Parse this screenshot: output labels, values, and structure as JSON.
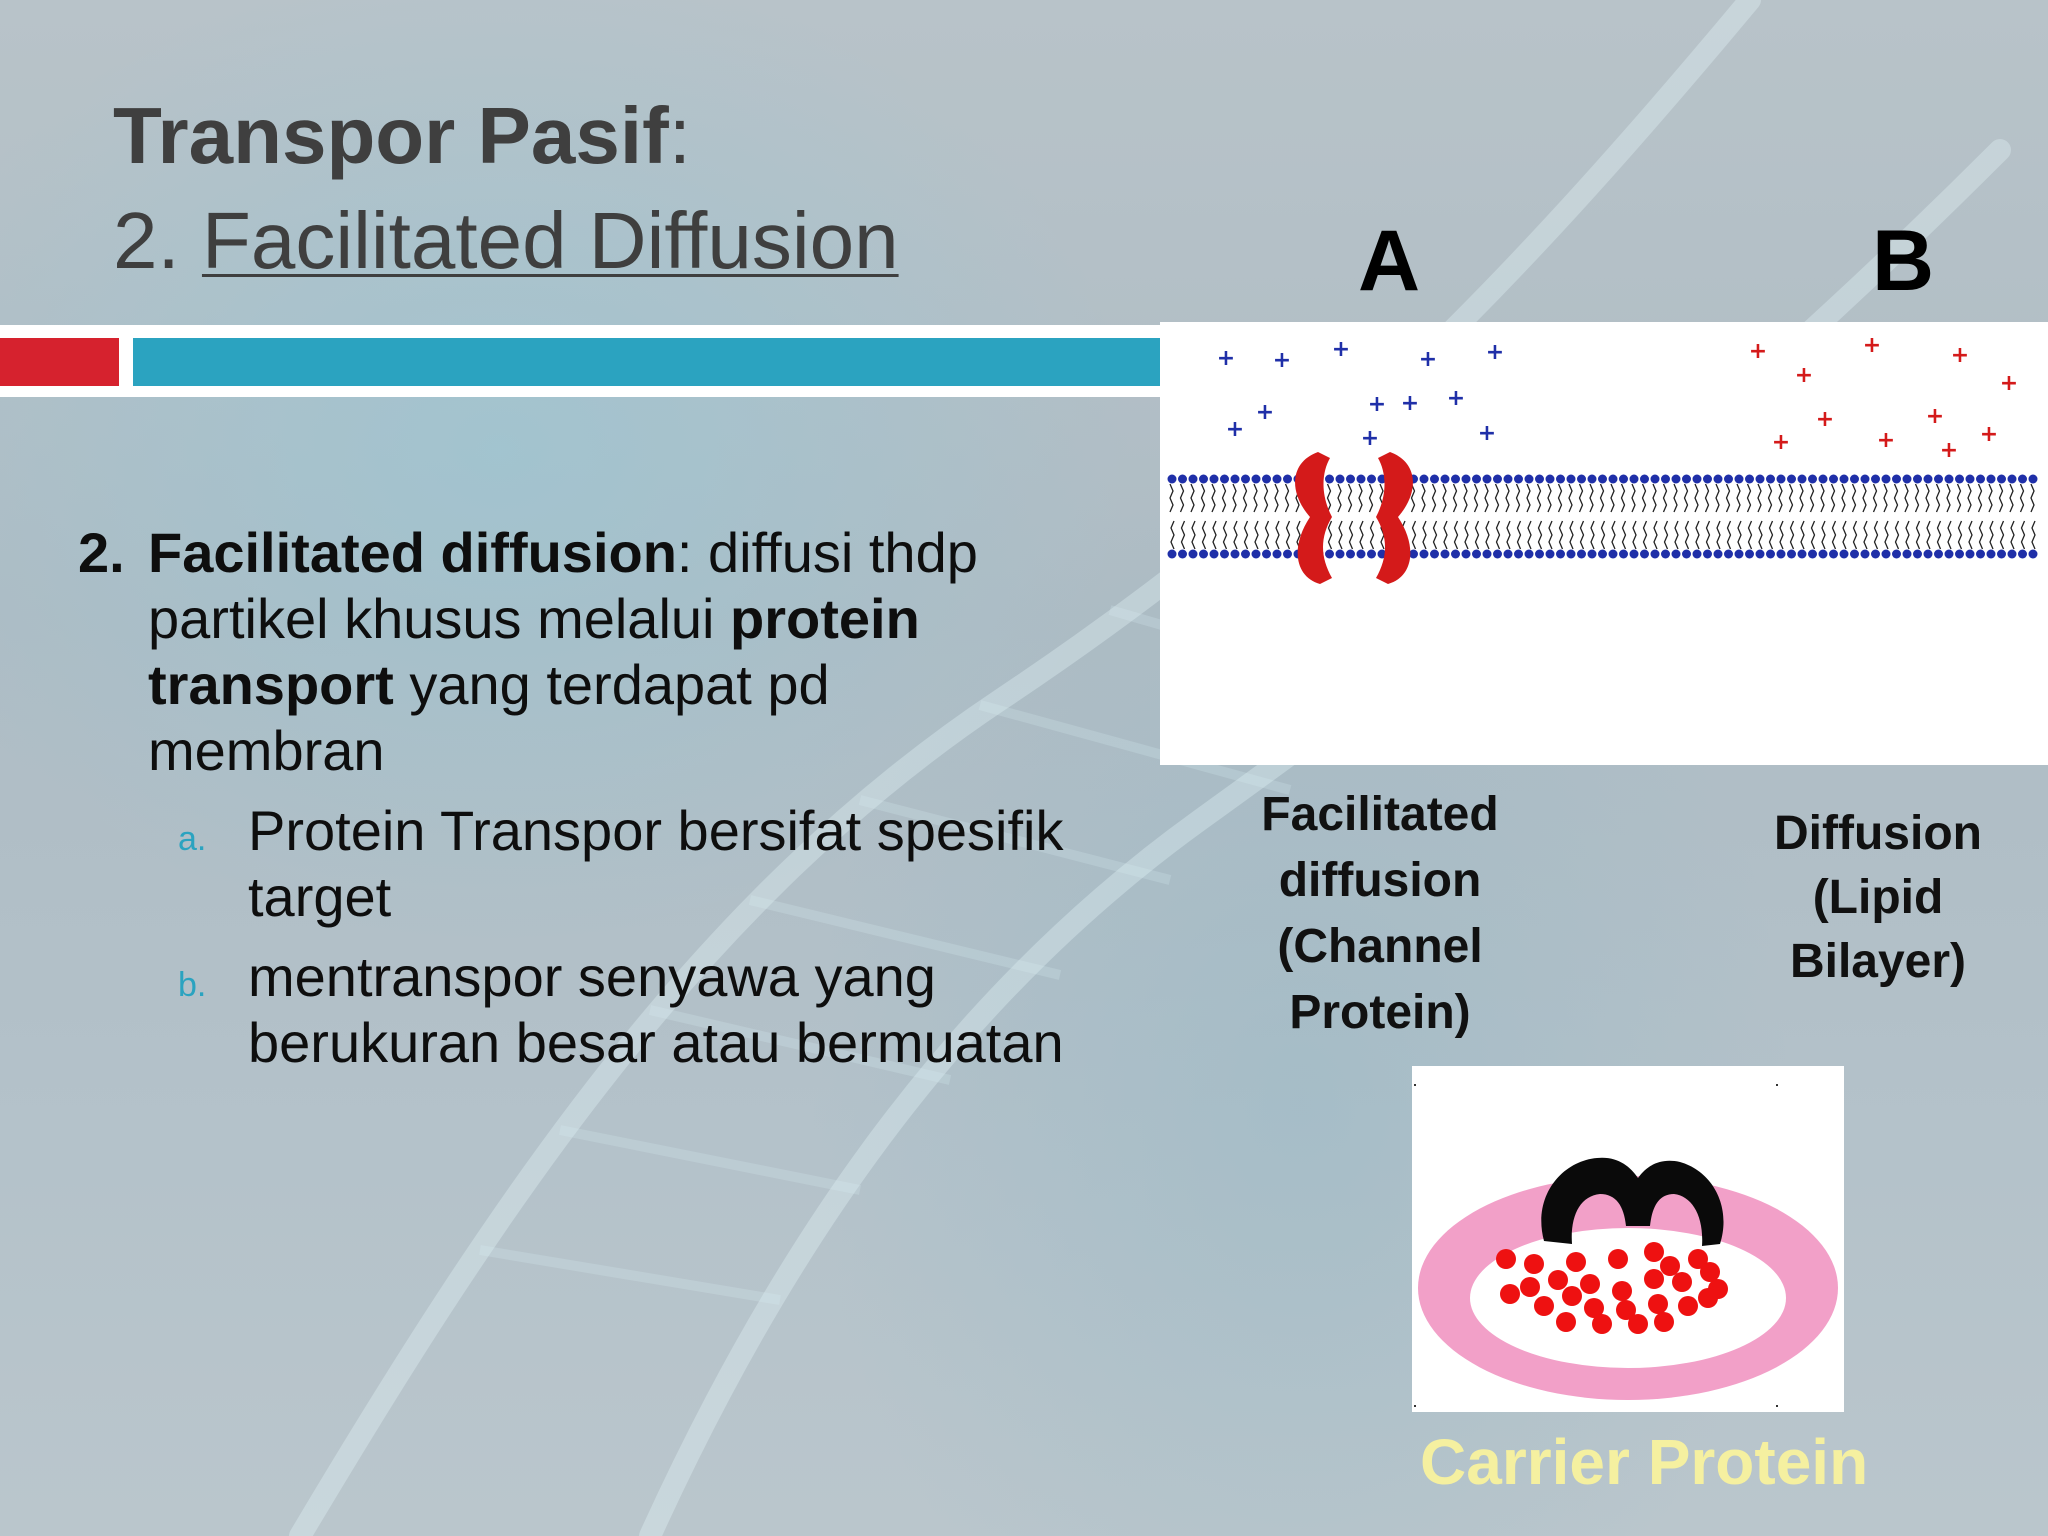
{
  "slide": {
    "title_bold": "Transpor Pasif",
    "title_colon": ":",
    "subtitle_number": "2. ",
    "subtitle_text": "Facilitated Diffusion"
  },
  "body": {
    "number": "2.",
    "term": "Facilitated diffusion",
    "text_1": ": diffusi thdp partikel khusus melalui ",
    "term_2": "protein transport",
    "text_2": " yang terdapat pd membran",
    "items": [
      {
        "marker": "a.",
        "text": "Protein Transpor bersifat spesifik target"
      },
      {
        "marker": "b.",
        "text": " mentranspor senyawa yang berukuran besar atau bermuatan"
      }
    ]
  },
  "figure": {
    "label_a": "A",
    "label_b": "B",
    "caption_a": [
      "Facilitated",
      "diffusion",
      "(Channel",
      "Protein)"
    ],
    "caption_b": [
      "Diffusion",
      "(Lipid",
      "Bilayer)"
    ],
    "carrier_label": "Carrier Protein"
  },
  "colors": {
    "accent_red": "#d6222e",
    "accent_teal": "#2ba3c0",
    "membrane_blue": "#1f2fa8",
    "channel_red": "#d41a1a"
  }
}
